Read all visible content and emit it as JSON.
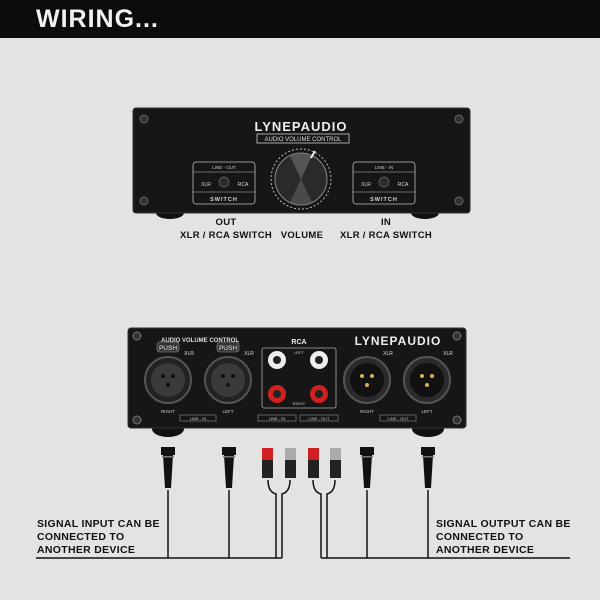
{
  "header": {
    "title": "WIRING..."
  },
  "front_panel": {
    "brand": "LYNEPAUDIO",
    "subtitle": "AUDIO VOLUME CONTROL",
    "left_switch": {
      "top": "LINE - OUT",
      "left": "XLR",
      "right": "RCA",
      "bottom": "SWITCH"
    },
    "right_switch": {
      "top": "LINE - IN",
      "left": "XLR",
      "right": "RCA",
      "bottom": "SWITCH"
    }
  },
  "captions": {
    "out_line1": "OUT",
    "out_line2": "XLR / RCA  SWITCH",
    "volume": "VOLUME",
    "in_line1": "IN",
    "in_line2": "XLR / RCA  SWITCH"
  },
  "rear_panel": {
    "subtitle": "AUDIO VOLUME CONTROL",
    "brand": "LYNEPAUDIO",
    "push1": "PUSH",
    "push2": "PUSH",
    "xlr": "XLR",
    "rca": "RCA",
    "left": "LEFT",
    "right": "RIGHT",
    "line_in": "LINE - IN",
    "line_out": "LINE - OUT"
  },
  "notes": {
    "input": [
      "SIGNAL INPUT CAN BE",
      "CONNECTED TO",
      "ANOTHER DEVICE"
    ],
    "output": [
      "SIGNAL OUTPUT CAN BE",
      "CONNECTED TO",
      "ANOTHER DEVICE"
    ]
  },
  "colors": {
    "background": "#e3e3e3",
    "header": "#0c0c0c",
    "panel": "#151515",
    "rca_red": "#d02020"
  }
}
